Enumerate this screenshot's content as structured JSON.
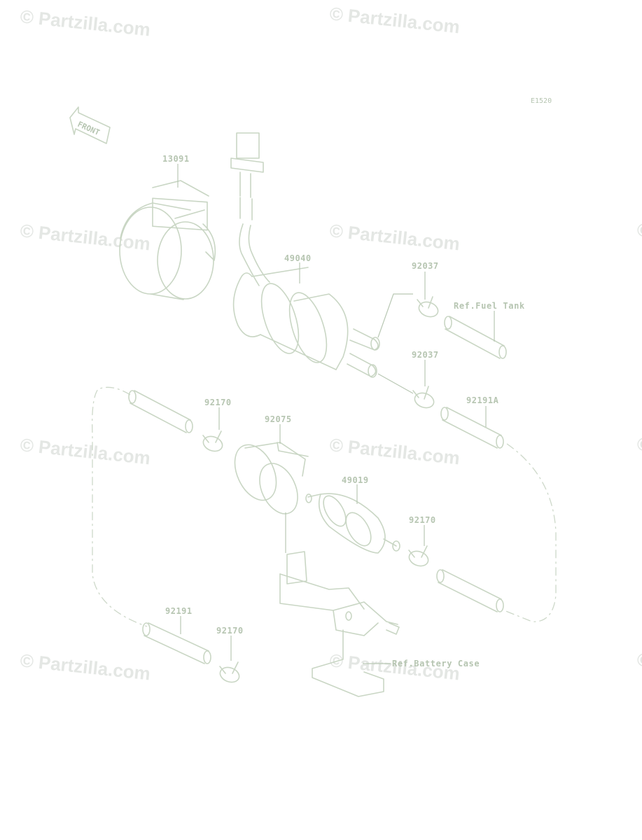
{
  "watermark": "© Partzilla.com",
  "diagram_code": "E1520",
  "front_label": "FRONT",
  "parts": {
    "p13091": "13091",
    "p49040": "49040",
    "p92037a": "92037",
    "p92037b": "92037",
    "p92191a": "92191A",
    "p92170a": "92170",
    "p92075": "92075",
    "p49019": "49019",
    "p92170b": "92170",
    "p92191": "92191",
    "p92170c": "92170"
  },
  "refs": {
    "fuel_tank": "Ref.Fuel Tank",
    "battery_case": "Ref.Battery Case"
  }
}
